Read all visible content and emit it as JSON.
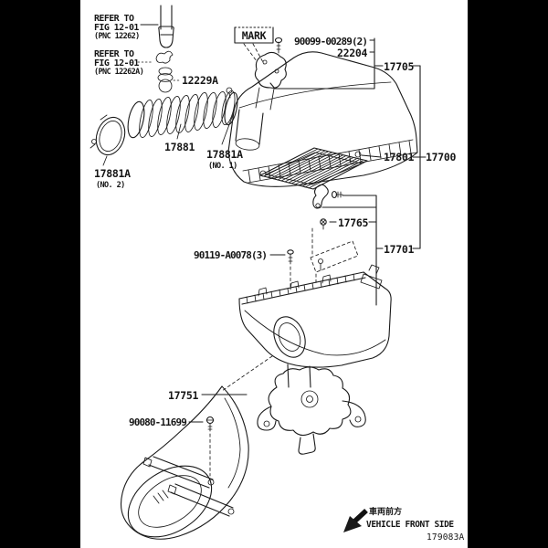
{
  "colors": {
    "background": "#000000",
    "paper": "#ffffff",
    "ink": "#1a1a1a"
  },
  "figure": {
    "code": "179083A",
    "front_label_jp": "車両前方",
    "front_label_en": "VEHICLE FRONT SIDE"
  },
  "callouts": {
    "refer1": {
      "l1": "REFER TO",
      "l2": "FIG 12-01",
      "l3": "(PNC 12262)"
    },
    "refer2": {
      "l1": "REFER TO",
      "l2": "FIG 12-01",
      "l3": "(PNC 12262A)"
    },
    "mark": "MARK",
    "p12229a": "12229A",
    "p90099": "90099-00289(2)",
    "p22204": "22204",
    "p17705": "17705",
    "p17881": "17881",
    "p17881a1": "17881A",
    "p17881a1_no": "(NO. 1)",
    "p17881a2": "17881A",
    "p17881a2_no": "(NO. 2)",
    "p17801": "17801",
    "p17700": "17700",
    "p17765": "17765",
    "p17701": "17701",
    "p90119": "90119-A0078(3)",
    "p17751": "17751",
    "p90080": "90080-11699"
  }
}
